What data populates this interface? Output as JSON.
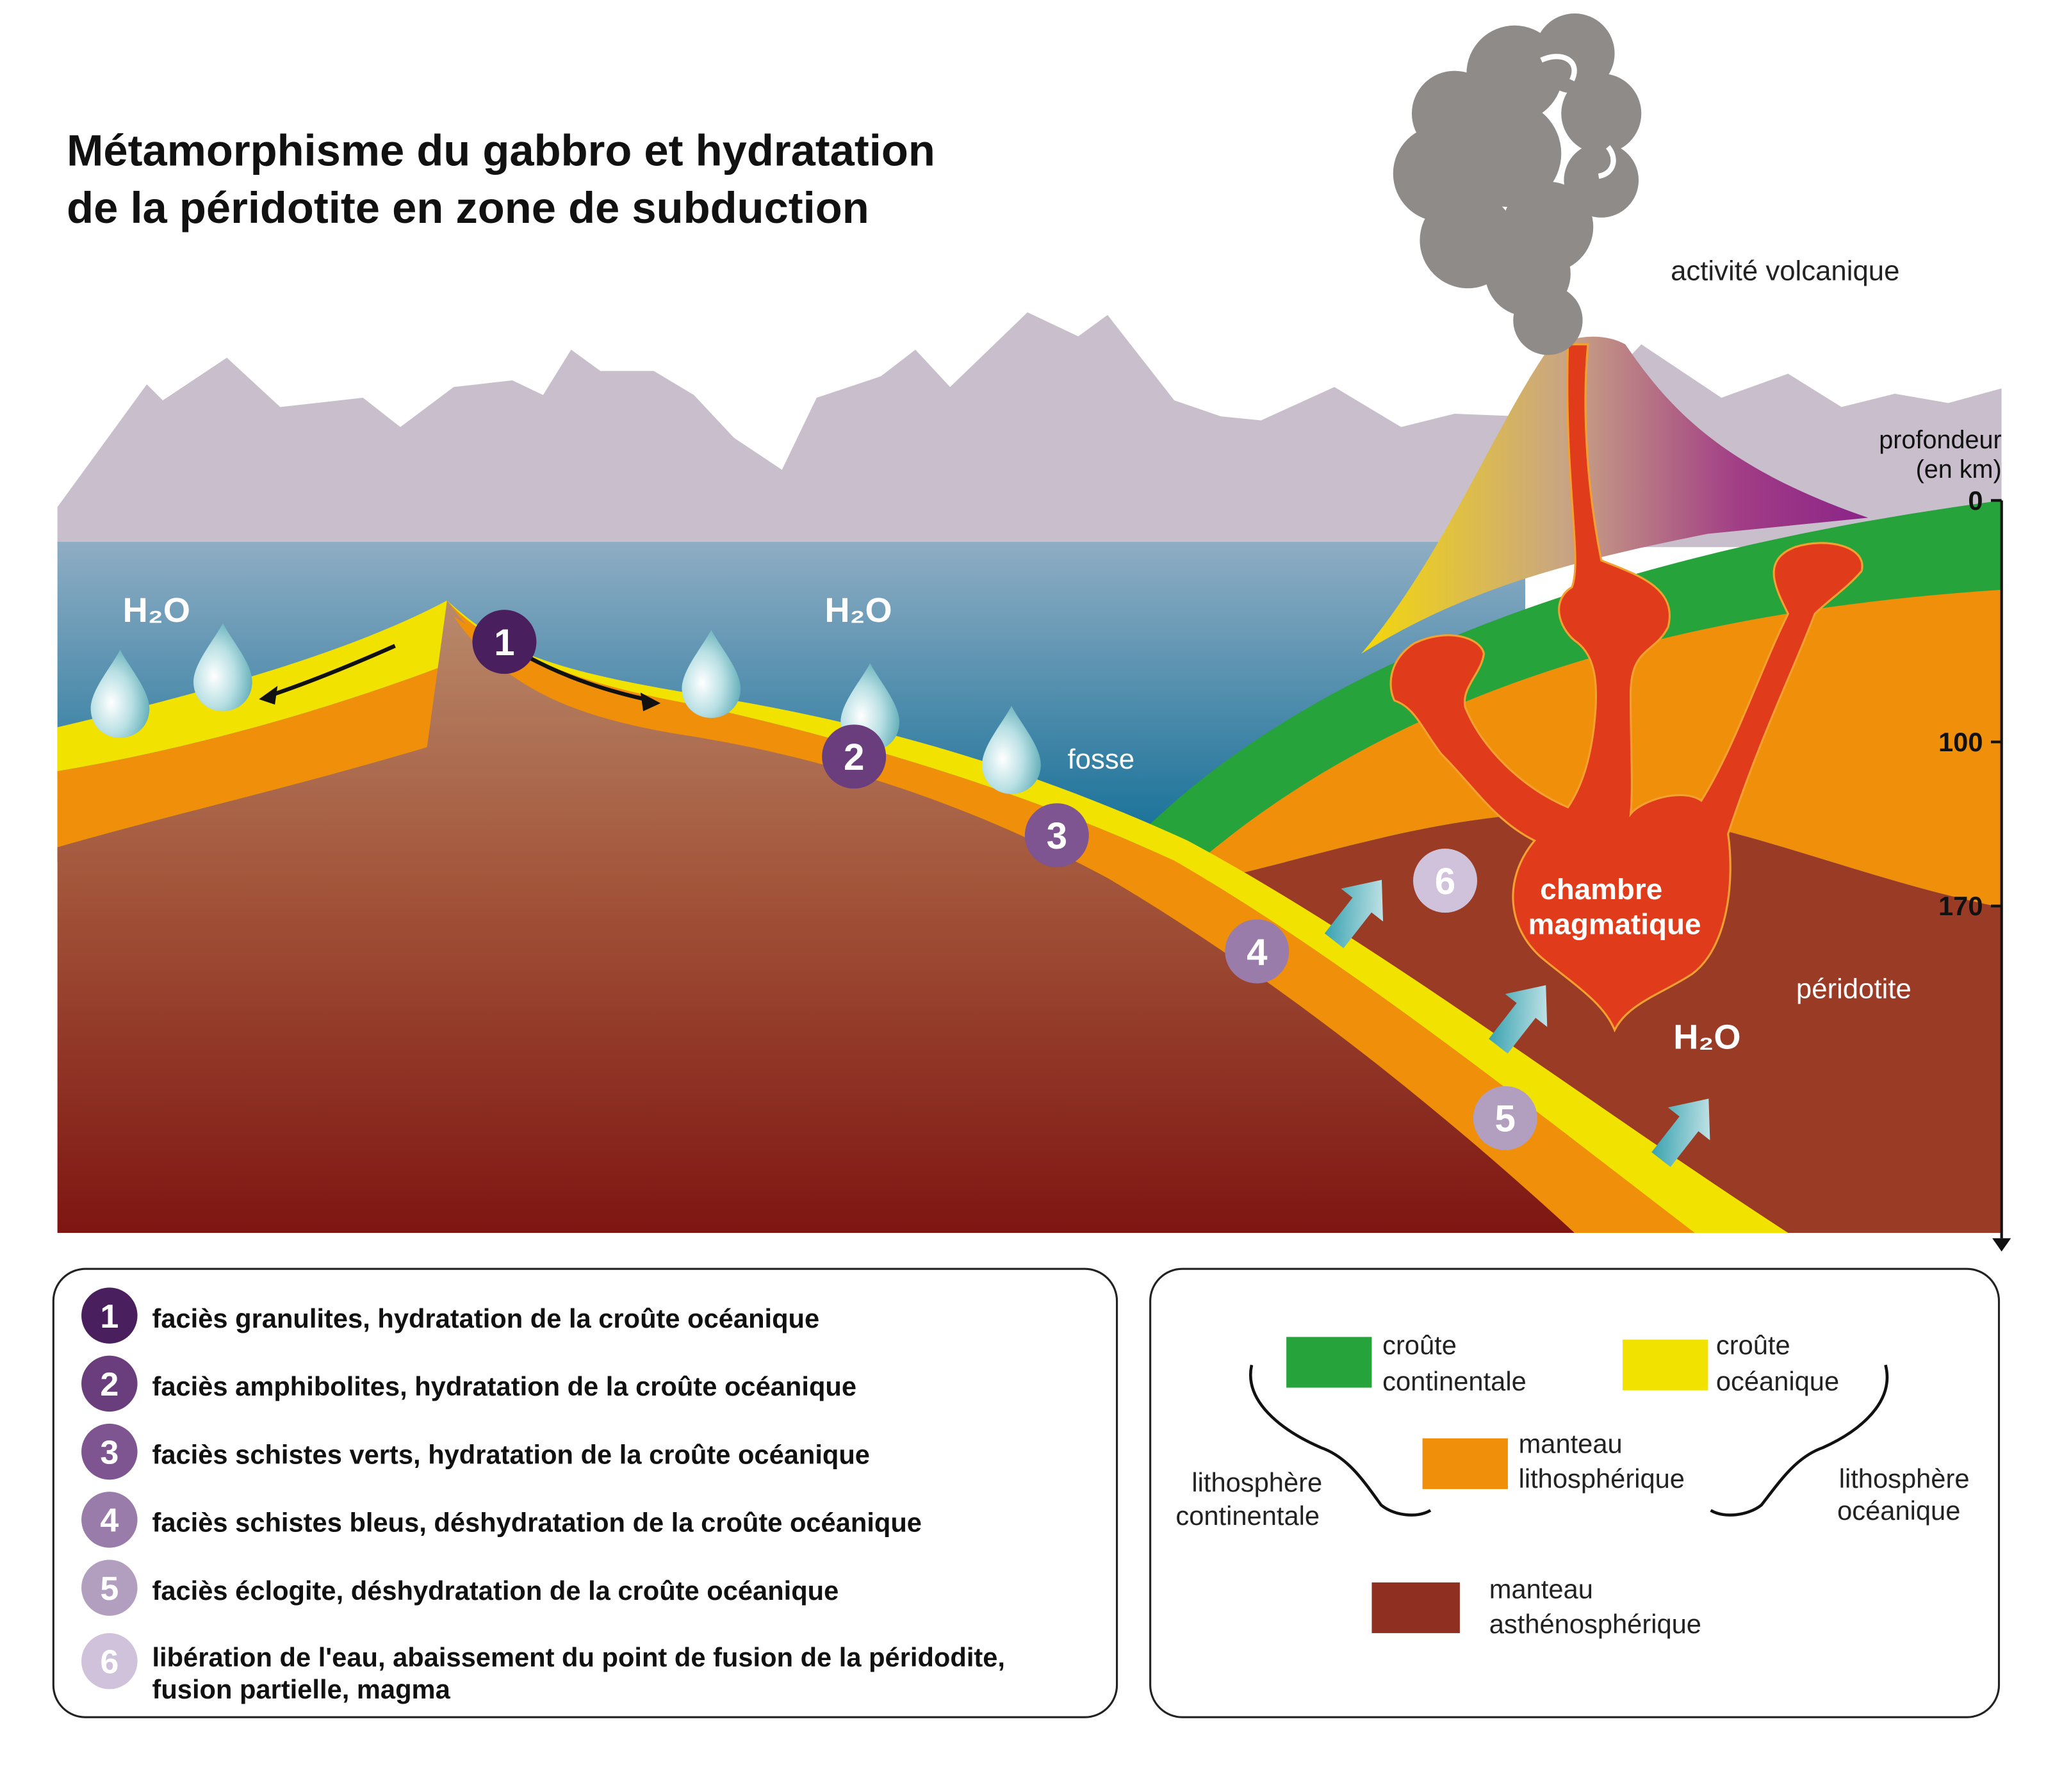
{
  "title": {
    "line1": "Métamorphisme du gabbro et hydratation",
    "line2": "de la péridotite en zone de subduction"
  },
  "labels": {
    "volcanic_activity": "activité volcanique",
    "depth_line1": "profondeur",
    "depth_line2": "(en km)",
    "water_left": "H₂O",
    "water_center": "H₂O",
    "water_right": "H₂O",
    "trench": "fosse",
    "magma_chamber_line1": "chambre",
    "magma_chamber_line2": "magmatique",
    "peridotite": "péridotite"
  },
  "depth_axis": {
    "ticks": [
      {
        "label": "0",
        "km": 0
      },
      {
        "label": "100",
        "km": 100
      },
      {
        "label": "170",
        "km": 170
      }
    ]
  },
  "markers": {
    "m1": "1",
    "m2": "2",
    "m3": "3",
    "m4": "4",
    "m5": "5",
    "m6": "6"
  },
  "legend_steps": [
    {
      "num": "1",
      "text": "faciès granulites, hydratation de la croûte océanique",
      "color": "#4a1f5e"
    },
    {
      "num": "2",
      "text": "faciès amphibolites, hydratation de la croûte océanique",
      "color": "#6a3d7c"
    },
    {
      "num": "3",
      "text": "faciès schistes verts, hydratation de la croûte océanique",
      "color": "#7e5590"
    },
    {
      "num": "4",
      "text": "faciès schistes bleus, déshydratation de la croûte océanique",
      "color": "#9a7caa"
    },
    {
      "num": "5",
      "text": "faciès éclogite, déshydratation de la croûte océanique",
      "color": "#b29fc0"
    },
    {
      "num": "6",
      "text_line1": "libération de l'eau, abaissement du point de fusion de la péridodite,",
      "text_line2": "fusion partielle, magma",
      "color": "#cfc2da"
    }
  ],
  "legend_layers": {
    "continental_crust_l1": "croûte",
    "continental_crust_l2": "continentale",
    "oceanic_crust_l1": "croûte",
    "oceanic_crust_l2": "océanique",
    "lithospheric_mantle_l1": "manteau",
    "lithospheric_mantle_l2": "lithosphérique",
    "asthenospheric_mantle_l1": "manteau",
    "asthenospheric_mantle_l2": "asthénosphérique",
    "continental_lithosphere_l1": "lithosphère",
    "continental_lithosphere_l2": "continentale",
    "oceanic_lithosphere_l1": "lithosphère",
    "oceanic_lithosphere_l2": "océanique"
  },
  "colors": {
    "continental_crust": "#27a33b",
    "oceanic_crust": "#f2e200",
    "lithospheric_mantle": "#ef8f0a",
    "asthenospheric_mantle": "#8e2f22",
    "magma": "#e03c1c",
    "ocean": "#5b92b4",
    "mountains": "#c9bfcc",
    "smoke": "#8f8b89"
  }
}
